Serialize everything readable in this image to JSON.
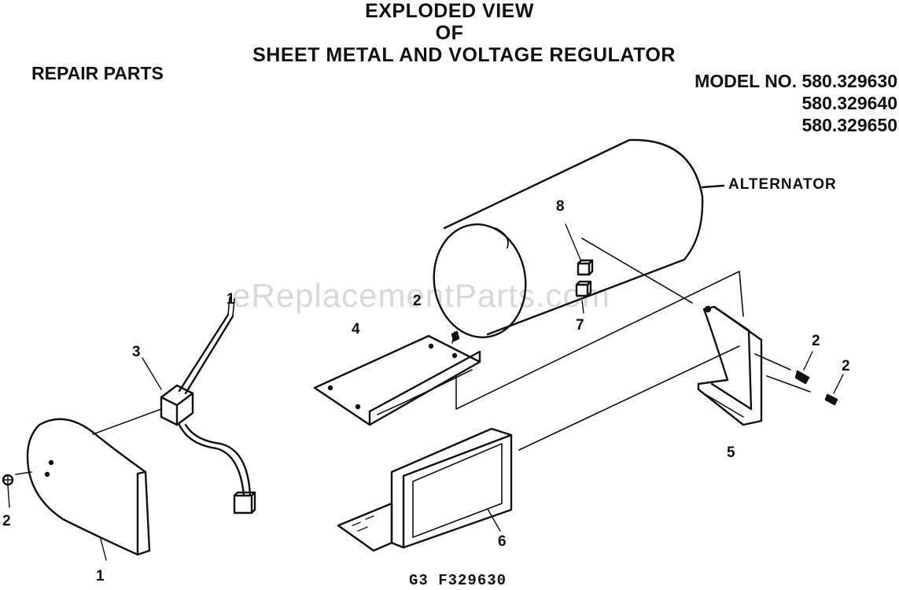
{
  "header": {
    "title_line1": "EXPLODED VIEW",
    "title_line2": "OF",
    "title_line3": "SHEET METAL AND VOLTAGE REGULATOR",
    "repair_parts": "REPAIR PARTS",
    "model_line1": "MODEL NO. 580.329630",
    "model_line2": "580.329640",
    "model_line3": "580.329650"
  },
  "diagram": {
    "alternator_label": "ALTERNATOR",
    "figure_code": "G3  F329630",
    "watermark": "eReplacementParts.com",
    "callouts": {
      "c1_end_panel": "1",
      "c2_left_screw": "2",
      "c3_regulator": "3",
      "c2_top_screw": "2",
      "c4_top_panel": "4",
      "c8_upper_clip": "8",
      "c7_lower_clip": "7",
      "c2_right_screw_a": "2",
      "c2_right_screw_b": "2",
      "c5_bracket": "5",
      "c6_base_panel": "6",
      "c1_bottom": "1"
    }
  }
}
